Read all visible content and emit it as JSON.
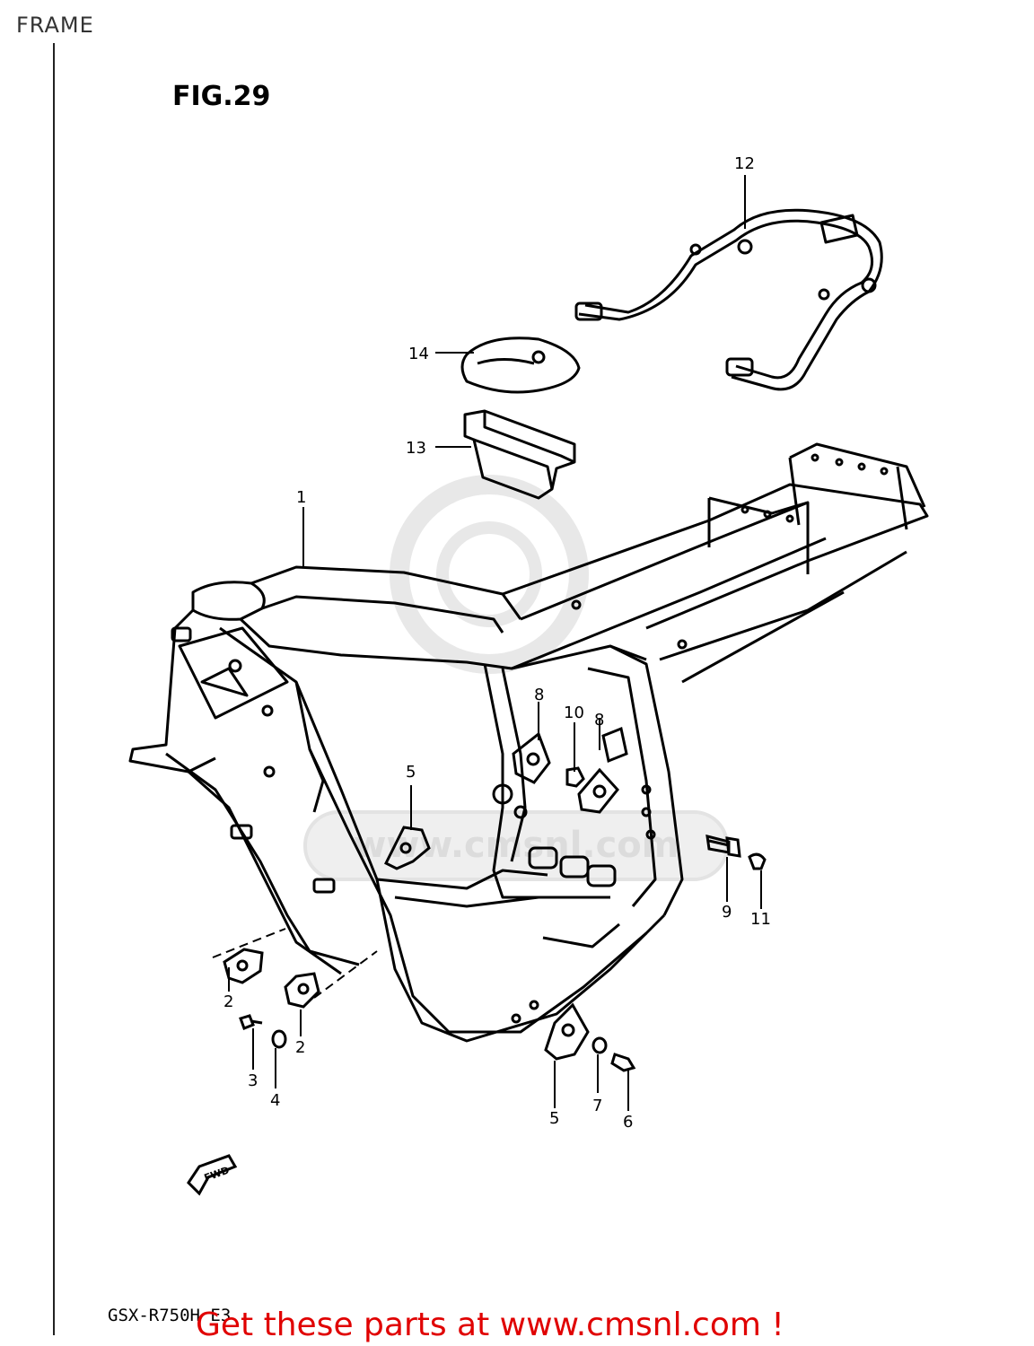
{
  "header": {
    "title": "FRAME"
  },
  "figure": {
    "label": "FIG.29"
  },
  "model_code": "GSX-R750H E3",
  "promo_text": "Get these parts at www.cmsnl.com !",
  "fwd_label": "FWD",
  "watermark_text": "www.cmsnl.com",
  "callouts": {
    "c1": "1",
    "c2a": "2",
    "c2b": "2",
    "c3": "3",
    "c4": "4",
    "c5a": "5",
    "c5b": "5",
    "c6": "6",
    "c7": "7",
    "c8a": "8",
    "c8b": "8",
    "c9": "9",
    "c10": "10",
    "c11": "11",
    "c12": "12",
    "c13": "13",
    "c14": "14"
  },
  "colors": {
    "promo": "#e00000",
    "line": "#000000",
    "watermark": "#e8e8e8"
  }
}
